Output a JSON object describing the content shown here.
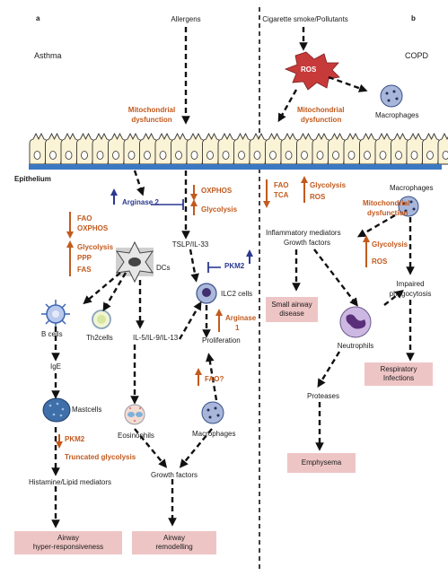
{
  "panel_a": {
    "letter": "a",
    "title": "Asthma",
    "allergens": "Allergens",
    "mito": [
      "Mitochondrial",
      "dysfunction"
    ],
    "epithelium": "Epithelium",
    "arginase2": "Arginase 2",
    "oxphos": "OXPHOS",
    "glycolysis": "Glycolysis",
    "fao_oxphos": [
      "FAO",
      "OXPHOS"
    ],
    "dc_metab": [
      "Glycolysis",
      "PPP",
      "FAS"
    ],
    "dcs": "DCs",
    "tslp": "TSLP/IL-33",
    "pkm2": "PKM2",
    "ilc2": "ILC2 cells",
    "arginase1": [
      "Arginase",
      "1"
    ],
    "proliferation": "Proliferation",
    "bcells": "B cells",
    "th2": "Th2cells",
    "il5": "IL-5/IL-9/IL-13",
    "ige": "IgE",
    "fao_q": "FAO?",
    "eosinophils": "Eosinophils",
    "macrophages": "Macrophages",
    "mastcells": "Mastcells",
    "mast_pkm2": "PKM2",
    "truncated": "Truncated glycolysis",
    "histamine": "Histamine/Lipid mediators",
    "growth": "Growth factors",
    "out1": [
      "Airway",
      "hyper-responsiveness"
    ],
    "out2": [
      "Airway",
      "remodelling"
    ]
  },
  "panel_b": {
    "letter": "b",
    "title": "COPD",
    "smoke": "Cigarette smoke/Pollutants",
    "ros": "ROS",
    "macrophages_top": "Macrophages",
    "mito": [
      "Mitochondrial",
      "dysfunction"
    ],
    "fao_tca": [
      "FAO",
      "TCA"
    ],
    "glyc_ros": [
      "Glycolysis",
      "ROS"
    ],
    "macrophages": "Macrophages",
    "mac_mito": [
      "Mitochondrial",
      "dysfunction"
    ],
    "inflam": [
      "Inflammatory mediators",
      "Growth factors"
    ],
    "glyc_ros2": [
      "Glycolysis",
      "ROS"
    ],
    "small_airway": [
      "Small airway",
      "disease"
    ],
    "impaired": [
      "Impaired",
      "phagocytosis"
    ],
    "neutrophils": "Neutrophils",
    "resp": [
      "Respiratory",
      "Infections"
    ],
    "proteases": "Proteases",
    "emphysema": "Emphysema"
  },
  "colors": {
    "arrow_black": "#111111",
    "up_down_orange": "#c25a1e",
    "inhibit_blue": "#2b3990",
    "outcome_box": "#eec5c5",
    "basement": "#3a78c2"
  }
}
